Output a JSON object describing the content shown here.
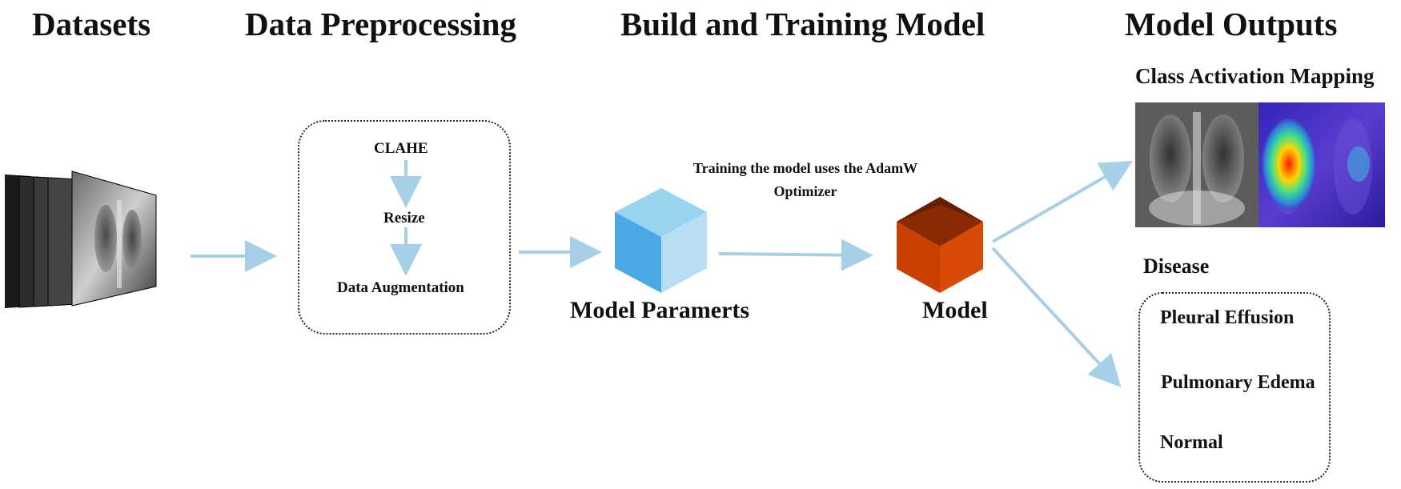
{
  "stages": {
    "datasets": "Datasets",
    "preprocessing": "Data Preprocessing",
    "build": "Build and Training Model",
    "outputs": "Model Outputs"
  },
  "preprocessing_steps": [
    "CLAHE",
    "Resize",
    "Data Augmentation"
  ],
  "training_note": "Training the model uses the AdamW Optimizer",
  "model_parameters_label": "Model Paramerts",
  "model_label": "Model",
  "cam_title": "Class Activation Mapping",
  "disease_title": "Disease",
  "disease_classes": [
    "Pleural Effusion",
    "Pulmonary Edema",
    "Normal"
  ],
  "colors": {
    "arrow": "#a6cfe8",
    "cube_blue_top": "#9ad3f0",
    "cube_blue_left": "#4aa9e4",
    "cube_blue_right": "#b9def4",
    "cube_red_outer": "#c94000",
    "cube_red_inner": "#8a2a04"
  }
}
